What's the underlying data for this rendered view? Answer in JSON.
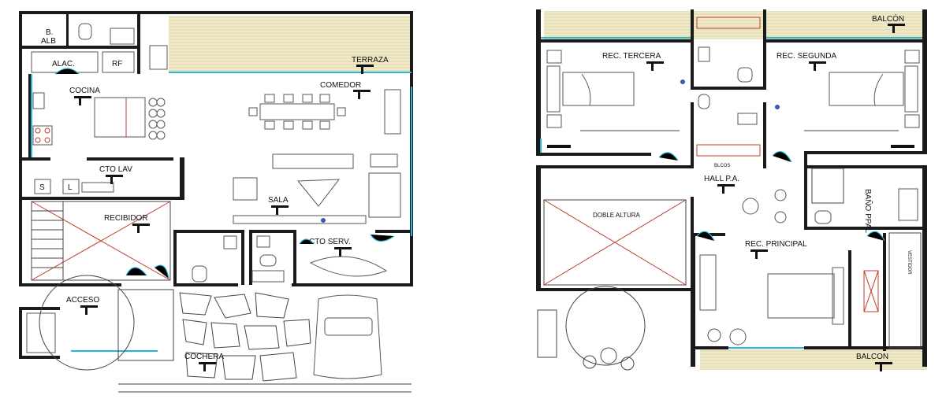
{
  "plans": {
    "ground": {
      "rooms": {
        "b_alb_1": "B.",
        "b_alb_2": "ALB",
        "alac": "ALAC.",
        "rf": "RF",
        "terraza": "TERRAZA",
        "comedor": "COMEDOR",
        "cocina": "COCINA",
        "cto_lav": "CTO LAV",
        "sala": "SALA",
        "recibidor": "RECIBIDOR",
        "cto_serv": "CTO SERV.",
        "acceso": "ACCESO",
        "cochera": "COCHERA",
        "lav_s": "S",
        "lav_l": "L"
      }
    },
    "upper": {
      "rooms": {
        "balcon_top": "BALCÓN",
        "rec_tercera": "REC. TERCERA",
        "rec_segunda": "REC. SEGUNDA",
        "hall_pa": "HALL P.A.",
        "bano_ppal": "BAÑO PPAL",
        "doble_altura": "DOBLE ALTURA",
        "rec_principal": "REC. PRINCIPAL",
        "balcon_bottom": "BALCON",
        "blcos": "BLCOS",
        "vestidor": "VESTIDOR"
      }
    }
  },
  "colors": {
    "wall": "#1a1a1a",
    "deck": "#e9e3c2",
    "window": "#29b6d6",
    "accent_red": "#c0392b"
  }
}
